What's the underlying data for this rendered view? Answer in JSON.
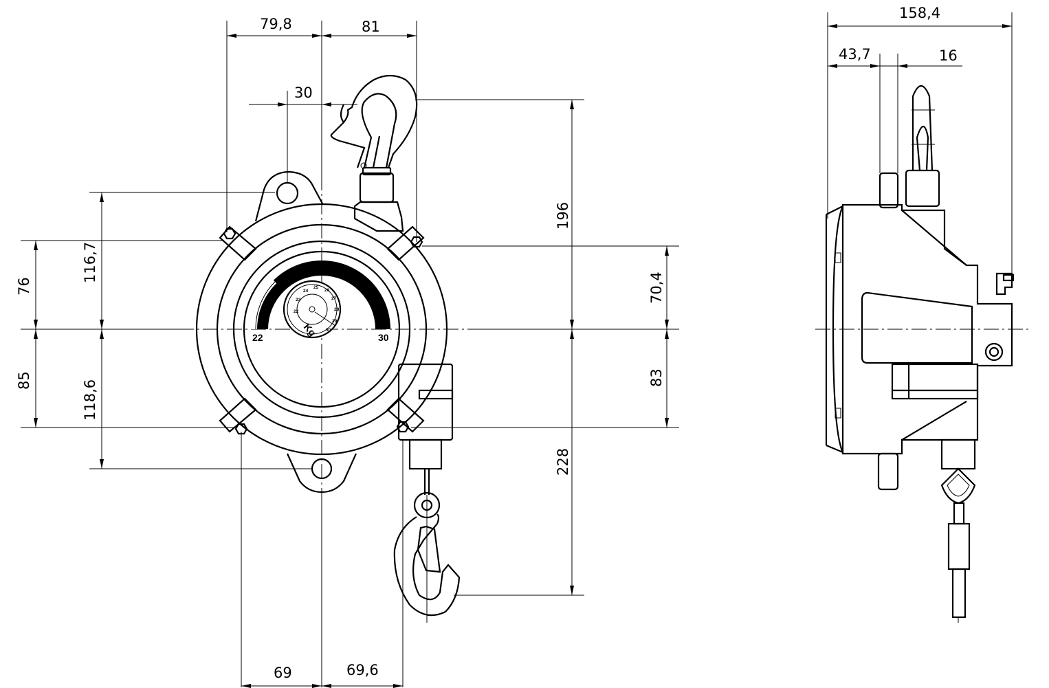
{
  "front_view": {
    "dimensions": {
      "top_left": "79,8",
      "top_right": "81",
      "hook_offset": "30",
      "height_upper": "196",
      "left_upper_outer": "76",
      "left_upper_inner": "116,7",
      "right_upper": "70,4",
      "left_lower_outer": "85",
      "left_lower_inner": "118,6",
      "right_lower": "83",
      "height_lower": "228",
      "bottom_left": "69",
      "bottom_right": "69,6"
    },
    "gauge": {
      "min_label": "22",
      "max_label": "30",
      "unit": "Kg",
      "dial_numbers": [
        "22",
        "23",
        "24",
        "25",
        "26",
        "27",
        "28",
        "29",
        "30"
      ]
    }
  },
  "side_view": {
    "dimensions": {
      "overall_width": "158,4",
      "offset_left": "43,7",
      "offset_right": "16"
    }
  }
}
